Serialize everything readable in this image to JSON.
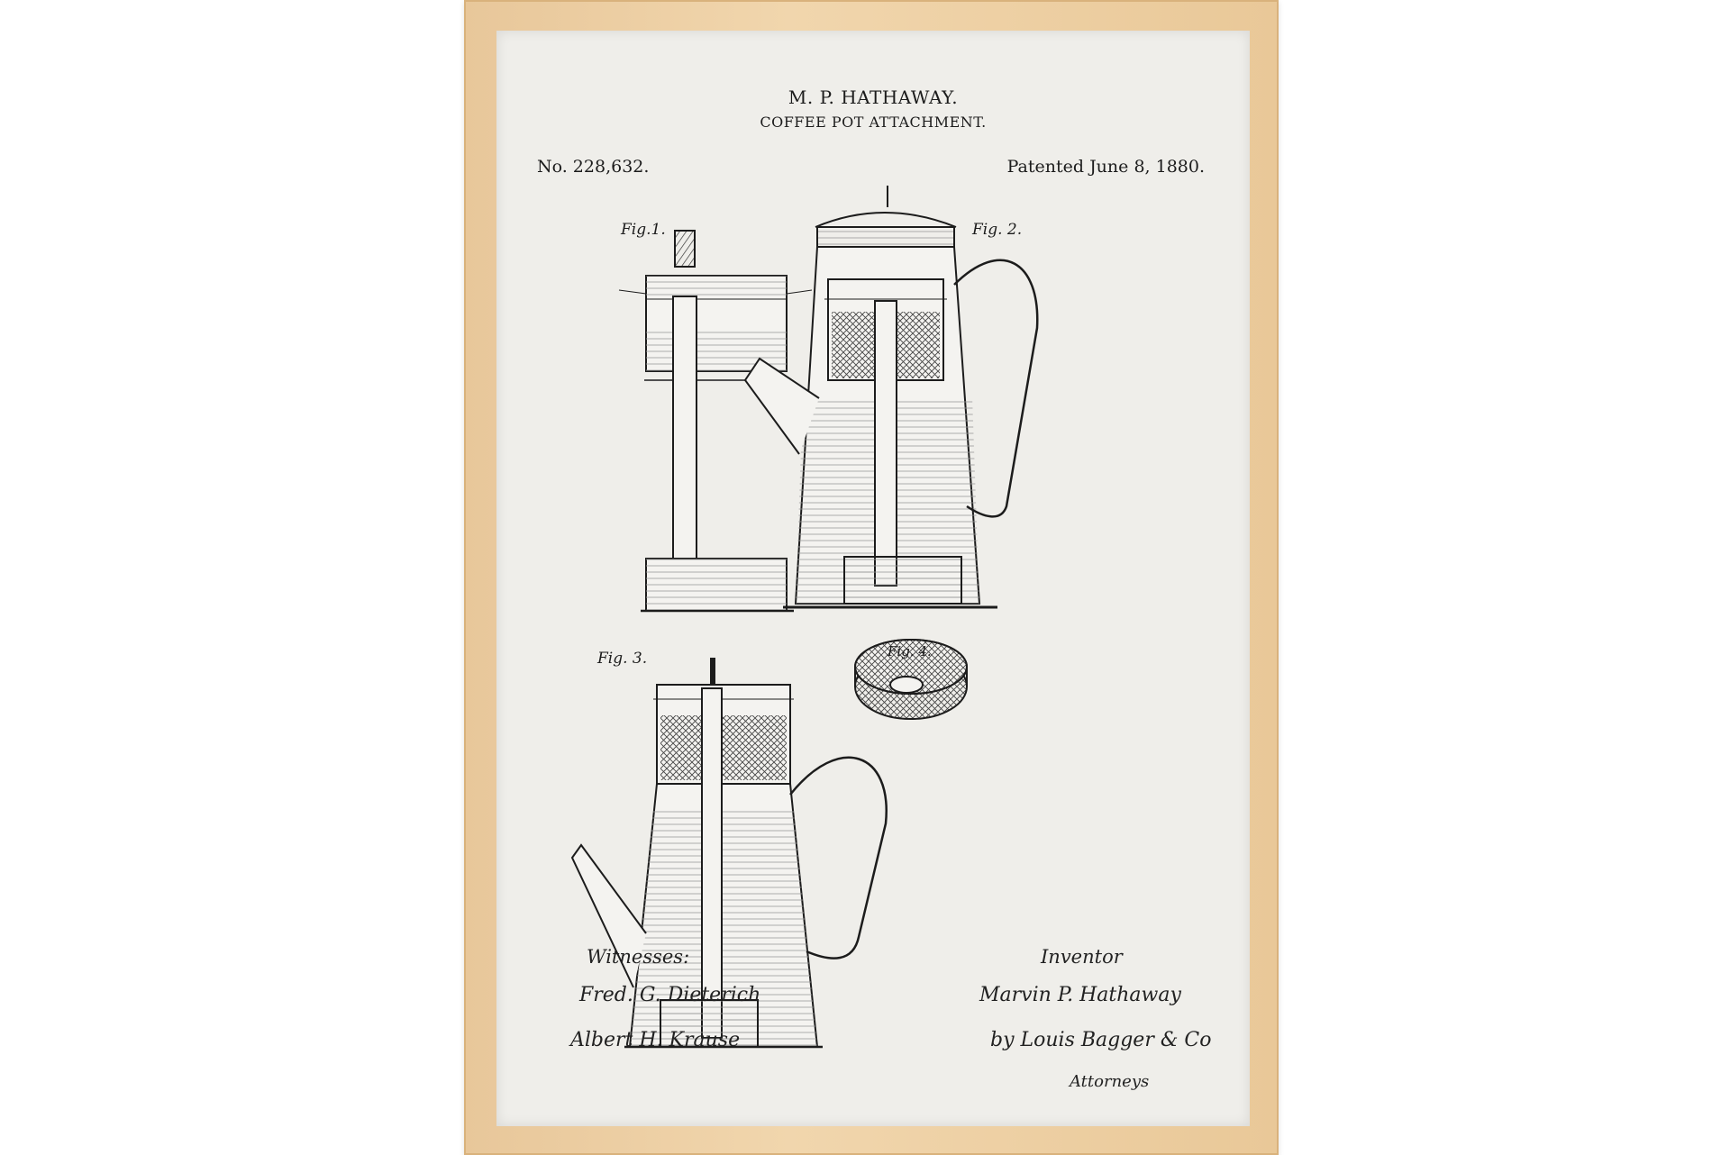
{
  "patent": {
    "inventor_header": "M. P. HATHAWAY.",
    "title": "COFFEE POT ATTACHMENT.",
    "number": "No. 228,632.",
    "date": "Patented June 8, 1880."
  },
  "figures": {
    "fig1": "Fig.1.",
    "fig2": "Fig. 2.",
    "fig3": "Fig. 3.",
    "fig4": "Fig. 4."
  },
  "signatures": {
    "witnesses_label": "Witnesses:",
    "witness_1": "Fred. G. Dieterich",
    "witness_2": "Albert H. Krause",
    "inventor_label": "Inventor",
    "inventor_signature": "Marvin P. Hathaway",
    "attorney_signature": "by Louis Bagger & Co",
    "attorney_label": "Attorneys"
  },
  "colors": {
    "paper": "#efeeea",
    "ink": "#1c1c1c",
    "frame": "#ecc99c"
  }
}
